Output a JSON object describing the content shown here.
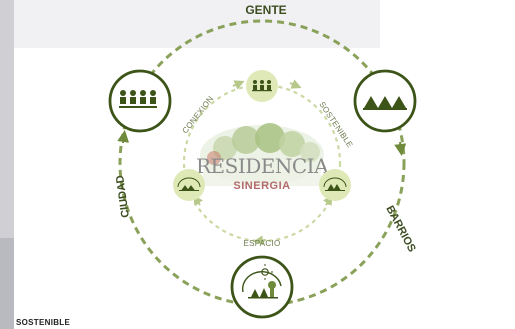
{
  "title": "GENTE",
  "nodes": {
    "left": {
      "icon": "people-group-icon"
    },
    "right": {
      "icon": "houses-icon"
    },
    "bottom": {
      "icon": "sun-trees-cycle-icon"
    }
  },
  "outer_labels": {
    "right": "BARRIOS",
    "left": "CIUDAD"
  },
  "inner_labels": {
    "top_left": "CONEXION",
    "top_right": "SOSTENIBLE",
    "bottom": "ESPACIO"
  },
  "center": {
    "title": "RESIDENCIA",
    "subtitle": "SINERGIA"
  },
  "corner_label": "SOSTENIBLE",
  "colors": {
    "primary": "#3d5418",
    "accent": "#6e8a3a",
    "light": "#dfe9b8",
    "dashed": "#8aa15a"
  }
}
